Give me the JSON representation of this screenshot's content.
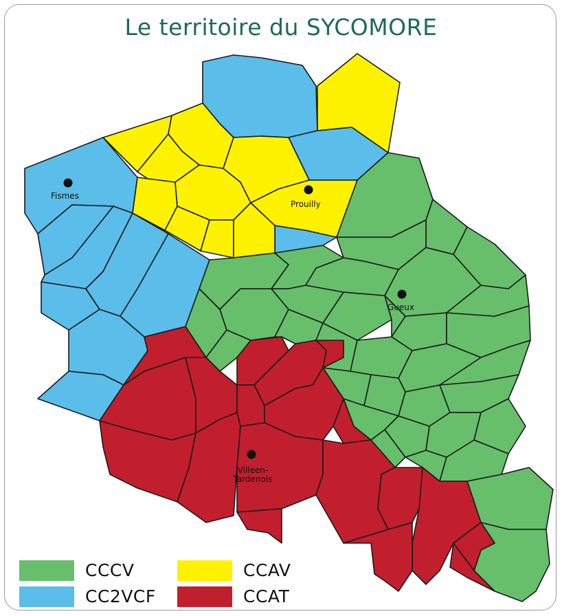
{
  "title": "Le territoire du SYCOMORE",
  "colors": {
    "CCCV": "#67bf6b",
    "CC2VCF": "#5bbde9",
    "CCAV": "#fff200",
    "CCAT": "#c21f2e"
  },
  "towns": [
    {
      "name": "Fismes",
      "group": "CC2VCF"
    },
    {
      "name": "Prouilly",
      "group": "CCAV"
    },
    {
      "name": "Gueux",
      "group": "CCCV"
    },
    {
      "name": "Ville-en-Tardenois",
      "line1": "Villeen-",
      "line2": "Tardenois",
      "group": "CCAT"
    }
  ],
  "legend": [
    {
      "code": "CCCV",
      "label": "CCCV"
    },
    {
      "code": "CCAV",
      "label": "CCAV"
    },
    {
      "code": "CC2VCF",
      "label": "CC2VCF"
    },
    {
      "code": "CCAT",
      "label": "CCAT"
    }
  ]
}
